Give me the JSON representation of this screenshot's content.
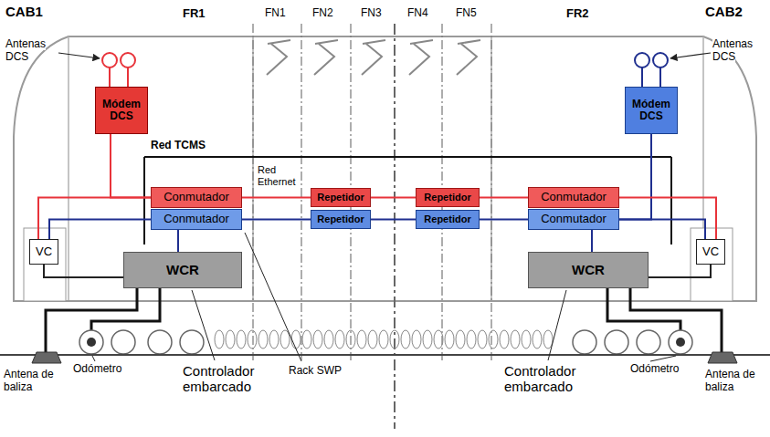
{
  "diagram": {
    "nodes": [
      {
        "text": [
          "Módem DCS"
        ]
      },
      {
        "text": [
          "Módem DCS"
        ]
      },
      {
        "text": [
          "VC"
        ]
      },
      {
        "text": [
          "Conmutador"
        ]
      },
      {
        "text": [
          "Repetidor"
        ]
      },
      {
        "text": [
          "Repetidor"
        ]
      },
      {
        "text": [
          "Conmutador"
        ]
      },
      {
        "text": [
          "VC"
        ]
      },
      {
        "text": [
          "Conmutador"
        ]
      },
      {
        "text": [
          "Repetidor"
        ]
      },
      {
        "text": [
          "Repetidor"
        ]
      },
      {
        "text": [
          "Conmutador"
        ]
      },
      {
        "text": [
          "WCR"
        ]
      },
      {
        "text": [
          "WCR"
        ]
      }
    ],
    "edges": [
      {
        "from": 0,
        "to": 3,
        "arrow": "none"
      },
      {
        "from": 3,
        "to": 4,
        "arrow": "none"
      },
      {
        "from": 4,
        "to": 5,
        "arrow": "none"
      },
      {
        "from": 5,
        "to": 6,
        "arrow": "none"
      },
      {
        "from": 8,
        "to": 9,
        "arrow": "none"
      },
      {
        "from": 9,
        "to": 10,
        "arrow": "none"
      },
      {
        "from": 10,
        "to": 11,
        "arrow": "none"
      },
      {
        "from": 1,
        "to": 11,
        "arrow": "none"
      },
      {
        "from": 2,
        "to": 3,
        "arrow": "none"
      },
      {
        "from": 2,
        "to": 8,
        "arrow": "none"
      },
      {
        "from": 6,
        "to": 7,
        "arrow": "none"
      },
      {
        "from": 11,
        "to": 7,
        "arrow": "none"
      },
      {
        "from": 8,
        "to": 12,
        "arrow": "none"
      },
      {
        "from": 11,
        "to": 13,
        "arrow": "none"
      },
      {
        "from": 2,
        "to": 12,
        "arrow": "none"
      },
      {
        "from": 7,
        "to": 13,
        "arrow": "none"
      }
    ],
    "labels": [
      "CAB1",
      "FR1",
      "FN1",
      "FN2",
      "FN3",
      "FN4",
      "FN5",
      "FR2",
      "CAB2",
      "Antenas DCS",
      "Antenas DCS",
      "Red TCMS",
      "Red Ethernet",
      "Antena de baliza",
      "Odómetro",
      "Controlador embarcado",
      "Rack SWP",
      "Controlador embarcado",
      "Odómetro",
      "Antena de baliza"
    ]
  }
}
